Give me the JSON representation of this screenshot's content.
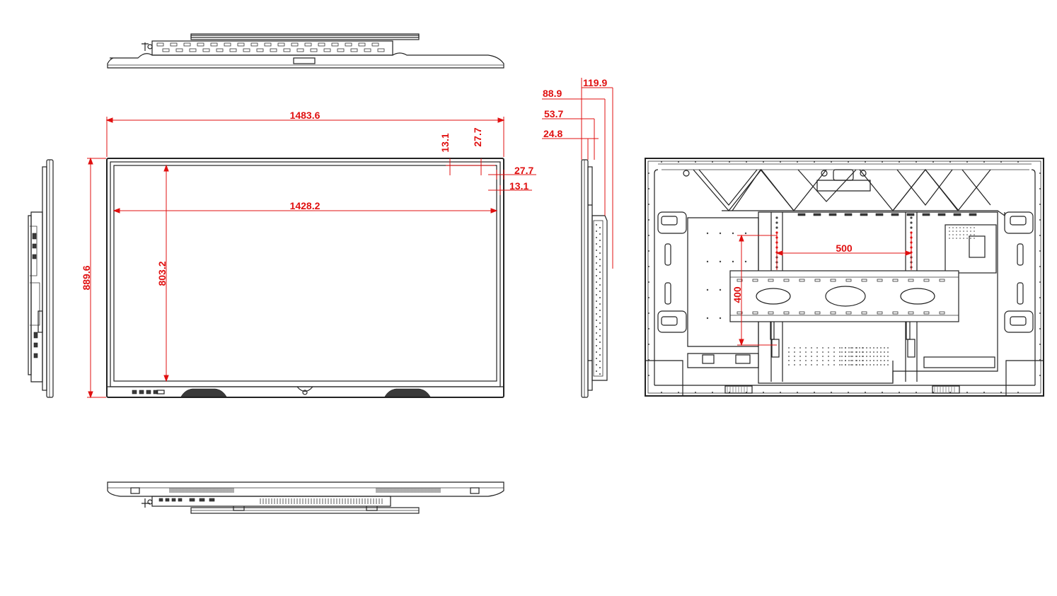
{
  "dimensions": {
    "overall_width": "1483.6",
    "active_width": "1428.2",
    "overall_height": "889.6",
    "active_height": "803.2",
    "top_bezel_inner": "13.1",
    "top_bezel_outer": "27.7",
    "side_bezel_outer": "27.7",
    "side_bezel_inner": "13.1",
    "depth_max": "119.9",
    "depth_bracket": "88.9",
    "depth_body": "53.7",
    "depth_panel": "24.8",
    "vesa_horizontal": "500",
    "vesa_vertical": "400"
  },
  "colors": {
    "dimension": "#e01010",
    "outline": "#222222",
    "background": "#ffffff"
  }
}
